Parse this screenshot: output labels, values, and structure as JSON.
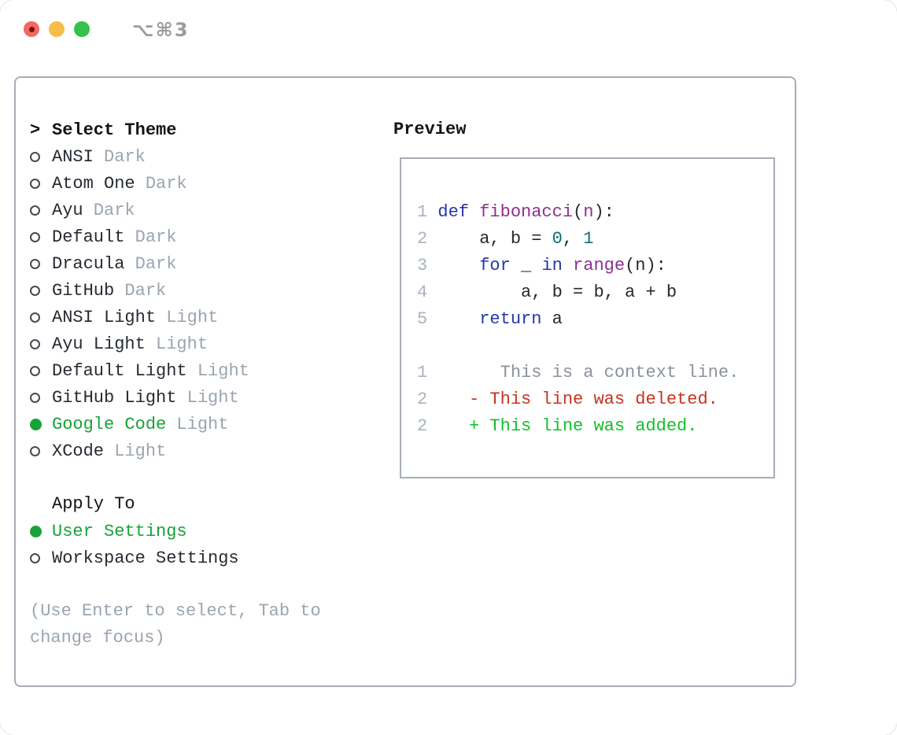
{
  "titlebar": {
    "shortcut": "⌥⌘3"
  },
  "theme_list": {
    "header_prefix": ">",
    "header": "Select Theme",
    "items": [
      {
        "name": "ANSI",
        "variant": "Dark",
        "selected": false
      },
      {
        "name": "Atom One",
        "variant": "Dark",
        "selected": false
      },
      {
        "name": "Ayu",
        "variant": "Dark",
        "selected": false
      },
      {
        "name": "Default",
        "variant": "Dark",
        "selected": false
      },
      {
        "name": "Dracula",
        "variant": "Dark",
        "selected": false
      },
      {
        "name": "GitHub",
        "variant": "Dark",
        "selected": false
      },
      {
        "name": "ANSI Light",
        "variant": "Light",
        "selected": false
      },
      {
        "name": "Ayu Light",
        "variant": "Light",
        "selected": false
      },
      {
        "name": "Default Light",
        "variant": "Light",
        "selected": false
      },
      {
        "name": "GitHub Light",
        "variant": "Light",
        "selected": false
      },
      {
        "name": "Google Code",
        "variant": "Light",
        "selected": true
      },
      {
        "name": "XCode",
        "variant": "Light",
        "selected": false
      }
    ]
  },
  "apply_to": {
    "header": "Apply To",
    "options": [
      {
        "label": "User Settings",
        "selected": true
      },
      {
        "label": "Workspace Settings",
        "selected": false
      }
    ]
  },
  "help": {
    "text": "(Use Enter to select, Tab to\nchange focus)"
  },
  "preview": {
    "title": "Preview",
    "code_lines": [
      {
        "num": "1",
        "tokens": [
          [
            "kw",
            "def"
          ],
          [
            "pl",
            " "
          ],
          [
            "fn",
            "fibonacci"
          ],
          [
            "pl",
            "("
          ],
          [
            "prm",
            "n"
          ],
          [
            "pl",
            "):"
          ]
        ]
      },
      {
        "num": "2",
        "tokens": [
          [
            "pl",
            "    a, b = "
          ],
          [
            "lit",
            "0"
          ],
          [
            "pl",
            ", "
          ],
          [
            "lit",
            "1"
          ]
        ]
      },
      {
        "num": "3",
        "tokens": [
          [
            "pl",
            "    "
          ],
          [
            "kw",
            "for"
          ],
          [
            "pl",
            " _ "
          ],
          [
            "kw",
            "in"
          ],
          [
            "pl",
            " "
          ],
          [
            "fn",
            "range"
          ],
          [
            "pl",
            "(n):"
          ]
        ]
      },
      {
        "num": "4",
        "tokens": [
          [
            "pl",
            "        a, b = b, a + b"
          ]
        ]
      },
      {
        "num": "5",
        "tokens": [
          [
            "pl",
            "    "
          ],
          [
            "kw",
            "return"
          ],
          [
            "pl",
            " a"
          ]
        ]
      },
      {
        "num": "",
        "tokens": []
      },
      {
        "num": "1",
        "tokens": [
          [
            "ctx",
            "      This is a context line."
          ]
        ]
      },
      {
        "num": "2",
        "tokens": [
          [
            "del",
            "   - This line was deleted."
          ]
        ]
      },
      {
        "num": "2",
        "tokens": [
          [
            "add",
            "   + This line was added."
          ]
        ]
      }
    ]
  },
  "colors": {
    "accent_green": "#17a23a",
    "diff_added": "#13bf2c",
    "diff_deleted": "#c73420",
    "diff_context": "#8b929b",
    "keyword_blue": "#2438ab",
    "function_purple": "#8f2f8f",
    "number_teal": "#0e6f6f",
    "muted_gray": "#9aa5b1",
    "line_number_gray": "#a9b3c2",
    "panel_border": "#a7aeb8",
    "traffic_close": "#f1695e",
    "traffic_minimize": "#f6bd4a",
    "traffic_zoom": "#35c24a"
  }
}
